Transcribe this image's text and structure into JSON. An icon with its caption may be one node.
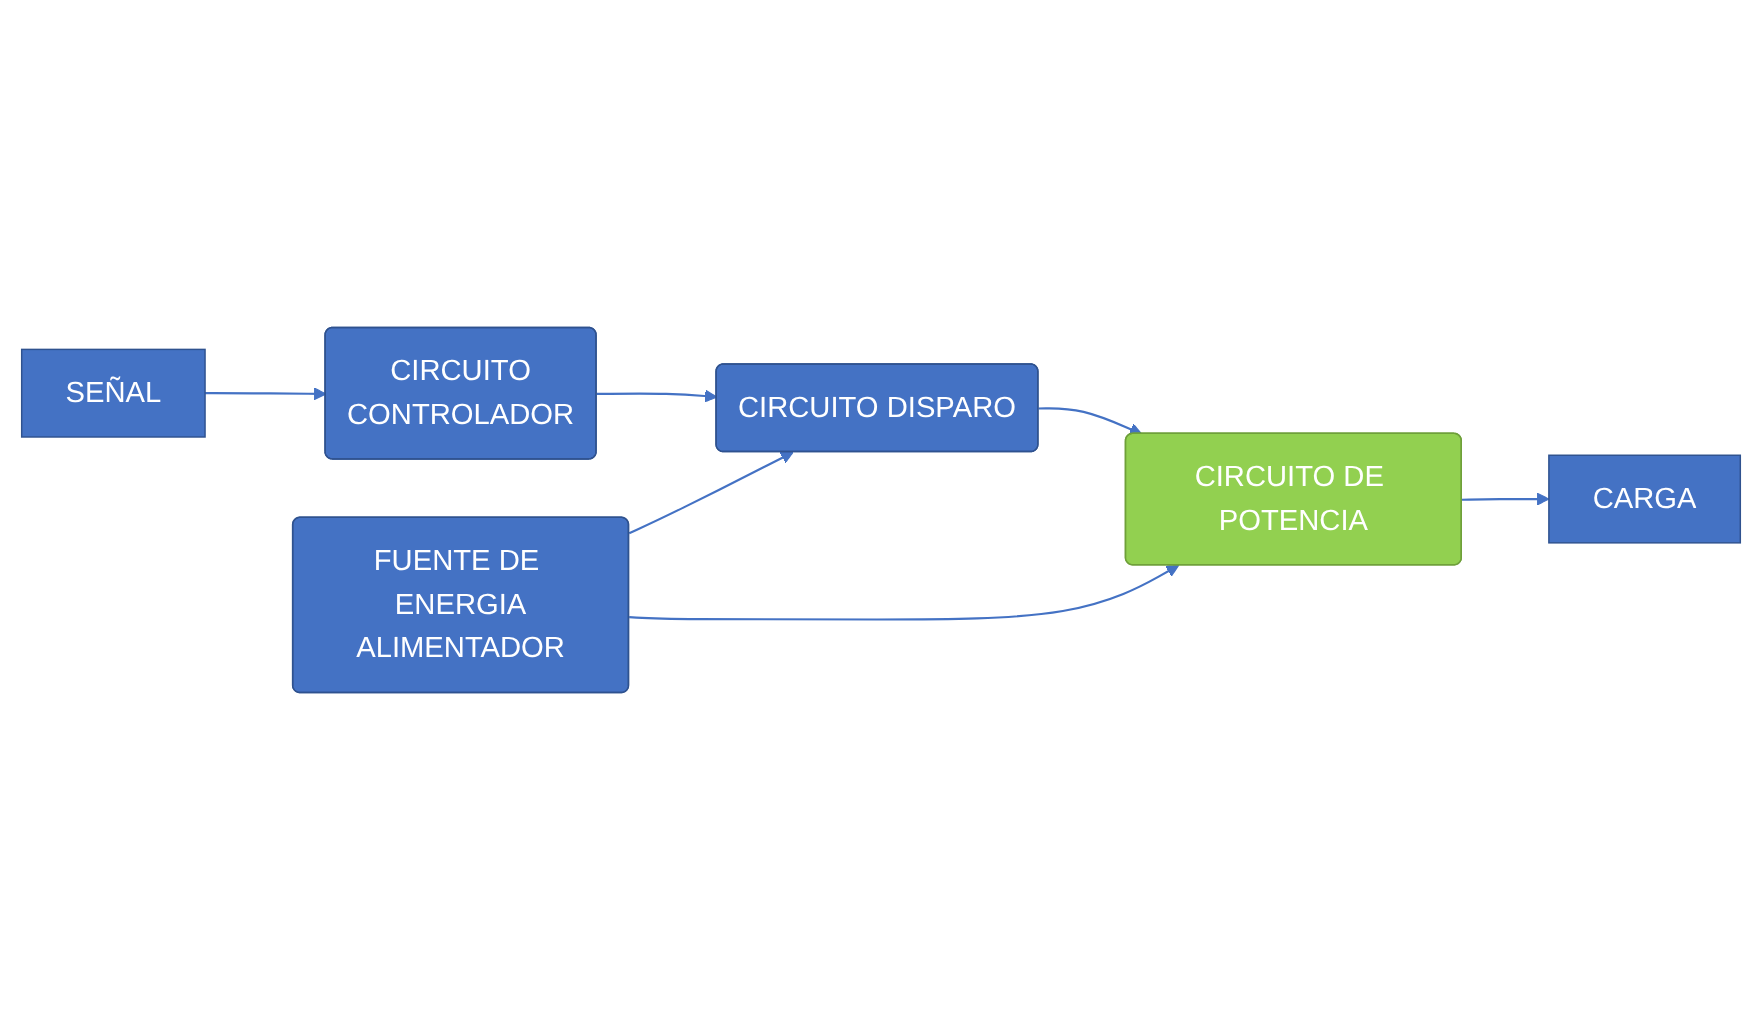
{
  "diagram": {
    "nodes": [
      {
        "text": [
          "CIRCUITO",
          "CONTROLADOR"
        ]
      },
      {
        "text": [
          "CIRCUITO DISPARO"
        ]
      },
      {
        "text": [
          "FUENTE DE ENERGIA",
          "ALIMENTADOR"
        ]
      },
      {
        "text": [
          "SEÑAL"
        ]
      },
      {
        "text": [
          "CIRCUITO DE POTENCIA"
        ]
      },
      {
        "text": [
          "CARGA"
        ]
      }
    ],
    "edges": [
      {
        "from": 0,
        "to": 1,
        "arrow": "to"
      },
      {
        "from": 2,
        "to": 1,
        "arrow": "to"
      },
      {
        "from": 3,
        "to": 0,
        "arrow": "to"
      },
      {
        "from": 1,
        "to": 4,
        "arrow": "to"
      },
      {
        "from": 2,
        "to": 4,
        "arrow": "to"
      },
      {
        "from": 4,
        "to": 5,
        "arrow": "to"
      }
    ]
  }
}
